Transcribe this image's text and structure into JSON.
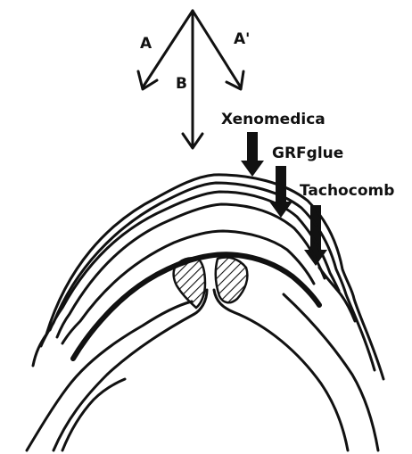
{
  "direction_labels": {
    "a": "A",
    "a_prime": "A'",
    "b": "B"
  },
  "layer_labels": {
    "xenomedica": "Xenomedica",
    "grfglue": "GRFglue",
    "tachocomb": "Tachocomb"
  },
  "colors": {
    "ink": "#111111",
    "background": "#ffffff"
  }
}
